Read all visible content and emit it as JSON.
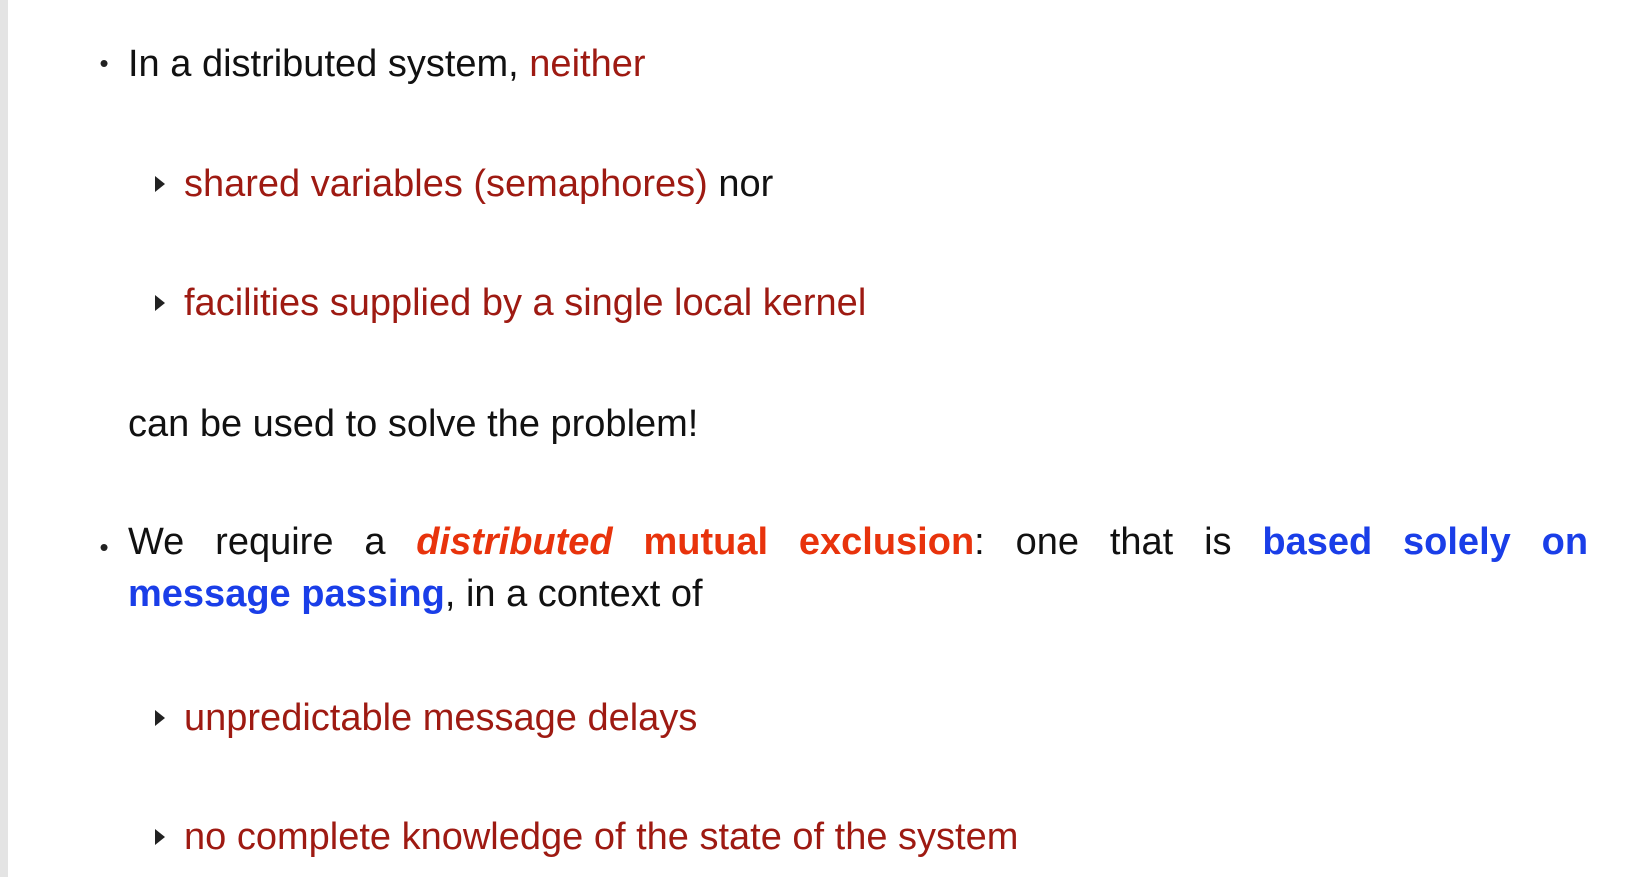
{
  "bullet1": {
    "text_a": "In a distributed system, ",
    "text_b": "neither",
    "sub1_red": "shared variables (semaphores)",
    "sub1_black": " nor",
    "sub2_red": "facilities supplied by a single local kernel",
    "conclusion": "can be used to solve the problem!"
  },
  "bullet2": {
    "w1": "We",
    "w2": "require",
    "w3": "a",
    "w4_italic": "distributed",
    "w5": "mutual",
    "w6": "exclusion",
    "w6_colon": ":",
    "w7": "one",
    "w8": "that",
    "w9": "is",
    "w10": "based",
    "w11": "solely",
    "w12": "on",
    "line2_blue": "message passing",
    "line2_black": ", in a context of",
    "sub1": "unpredictable message delays",
    "sub2": "no complete knowledge of the state of the system"
  },
  "colors": {
    "dark_red": "#9e1a12",
    "orange_red": "#e8330c",
    "blue": "#1a3ee8",
    "text": "#111111"
  }
}
